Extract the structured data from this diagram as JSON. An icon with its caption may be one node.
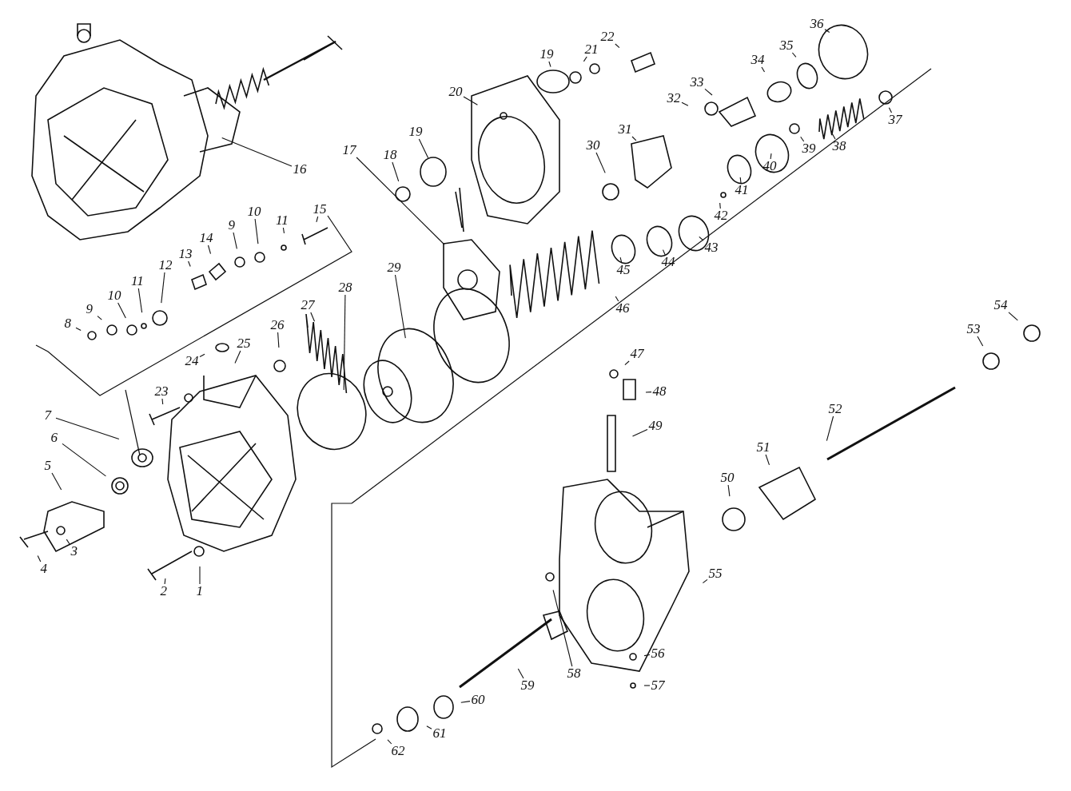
{
  "diagram": {
    "nodes": [
      {
        "text": [
          "16"
        ]
      },
      {
        "text": [
          "15"
        ]
      },
      {
        "text": [
          "11"
        ]
      },
      {
        "text": [
          "10"
        ]
      },
      {
        "text": [
          "9"
        ]
      },
      {
        "text": [
          "14"
        ]
      },
      {
        "text": [
          "13"
        ]
      },
      {
        "text": [
          "12"
        ]
      },
      {
        "text": [
          "11"
        ]
      },
      {
        "text": [
          "10"
        ]
      },
      {
        "text": [
          "9"
        ]
      },
      {
        "text": [
          "8"
        ]
      },
      {
        "text": [
          "7"
        ]
      },
      {
        "text": [
          "6"
        ]
      },
      {
        "text": [
          "5"
        ]
      },
      {
        "text": [
          "3"
        ]
      },
      {
        "text": [
          "4"
        ]
      },
      {
        "text": [
          "2"
        ]
      },
      {
        "text": [
          "1"
        ]
      },
      {
        "text": [
          "23"
        ]
      },
      {
        "text": [
          "24"
        ]
      },
      {
        "text": [
          "25"
        ]
      },
      {
        "text": [
          "26"
        ]
      },
      {
        "text": [
          "27"
        ]
      },
      {
        "text": [
          "28"
        ]
      },
      {
        "text": [
          "29"
        ]
      },
      {
        "text": [
          "17"
        ]
      },
      {
        "text": [
          "18"
        ]
      },
      {
        "text": [
          "19"
        ]
      },
      {
        "text": [
          "20"
        ]
      },
      {
        "text": [
          "19"
        ]
      },
      {
        "text": [
          "21"
        ]
      },
      {
        "text": [
          "22"
        ]
      },
      {
        "text": [
          "30"
        ]
      },
      {
        "text": [
          "31"
        ]
      },
      {
        "text": [
          "32"
        ]
      },
      {
        "text": [
          "33"
        ]
      },
      {
        "text": [
          "34"
        ]
      },
      {
        "text": [
          "35"
        ]
      },
      {
        "text": [
          "36"
        ]
      },
      {
        "text": [
          "37"
        ]
      },
      {
        "text": [
          "38"
        ]
      },
      {
        "text": [
          "39"
        ]
      },
      {
        "text": [
          "40"
        ]
      },
      {
        "text": [
          "41"
        ]
      },
      {
        "text": [
          "42"
        ]
      },
      {
        "text": [
          "43"
        ]
      },
      {
        "text": [
          "44"
        ]
      },
      {
        "text": [
          "45"
        ]
      },
      {
        "text": [
          "46"
        ]
      },
      {
        "text": [
          "47"
        ]
      },
      {
        "text": [
          "48"
        ]
      },
      {
        "text": [
          "49"
        ]
      },
      {
        "text": [
          "50"
        ]
      },
      {
        "text": [
          "51"
        ]
      },
      {
        "text": [
          "52"
        ]
      },
      {
        "text": [
          "53"
        ]
      },
      {
        "text": [
          "54"
        ]
      },
      {
        "text": [
          "55"
        ]
      },
      {
        "text": [
          "56"
        ]
      },
      {
        "text": [
          "57"
        ]
      },
      {
        "text": [
          "58"
        ]
      },
      {
        "text": [
          "59"
        ]
      },
      {
        "text": [
          "60"
        ]
      },
      {
        "text": [
          "61"
        ]
      },
      {
        "text": [
          "62"
        ]
      }
    ],
    "edges": [
      {
        "from": 0,
        "to": null,
        "arrow": "none"
      },
      {
        "from": 1,
        "to": null,
        "arrow": "none"
      },
      {
        "from": 2,
        "to": null,
        "arrow": "none"
      },
      {
        "from": 3,
        "to": null,
        "arrow": "none"
      },
      {
        "from": 4,
        "to": null,
        "arrow": "none"
      },
      {
        "from": 5,
        "to": null,
        "arrow": "none"
      },
      {
        "from": 6,
        "to": null,
        "arrow": "none"
      },
      {
        "from": 7,
        "to": null,
        "arrow": "none"
      },
      {
        "from": 8,
        "to": null,
        "arrow": "none"
      },
      {
        "from": 9,
        "to": null,
        "arrow": "none"
      },
      {
        "from": 10,
        "to": null,
        "arrow": "none"
      },
      {
        "from": 11,
        "to": null,
        "arrow": "none"
      },
      {
        "from": 12,
        "to": null,
        "arrow": "none"
      },
      {
        "from": 13,
        "to": null,
        "arrow": "none"
      },
      {
        "from": 14,
        "to": null,
        "arrow": "none"
      },
      {
        "from": 15,
        "to": null,
        "arrow": "none"
      },
      {
        "from": 16,
        "to": null,
        "arrow": "none"
      },
      {
        "from": 17,
        "to": null,
        "arrow": "none"
      },
      {
        "from": 18,
        "to": null,
        "arrow": "none"
      },
      {
        "from": 19,
        "to": null,
        "arrow": "none"
      },
      {
        "from": 20,
        "to": null,
        "arrow": "none"
      },
      {
        "from": 21,
        "to": null,
        "arrow": "none"
      },
      {
        "from": 22,
        "to": null,
        "arrow": "none"
      },
      {
        "from": 23,
        "to": null,
        "arrow": "none"
      },
      {
        "from": 24,
        "to": null,
        "arrow": "none"
      },
      {
        "from": 25,
        "to": null,
        "arrow": "none"
      },
      {
        "from": 26,
        "to": null,
        "arrow": "none"
      },
      {
        "from": 27,
        "to": null,
        "arrow": "none"
      },
      {
        "from": 28,
        "to": null,
        "arrow": "none"
      },
      {
        "from": 29,
        "to": null,
        "arrow": "none"
      },
      {
        "from": 30,
        "to": null,
        "arrow": "none"
      },
      {
        "from": 31,
        "to": null,
        "arrow": "none"
      },
      {
        "from": 32,
        "to": null,
        "arrow": "none"
      },
      {
        "from": 33,
        "to": null,
        "arrow": "none"
      },
      {
        "from": 34,
        "to": null,
        "arrow": "none"
      },
      {
        "from": 35,
        "to": null,
        "arrow": "none"
      },
      {
        "from": 36,
        "to": null,
        "arrow": "none"
      },
      {
        "from": 37,
        "to": null,
        "arrow": "none"
      },
      {
        "from": 38,
        "to": null,
        "arrow": "none"
      },
      {
        "from": 39,
        "to": null,
        "arrow": "none"
      },
      {
        "from": 40,
        "to": null,
        "arrow": "none"
      },
      {
        "from": 41,
        "to": null,
        "arrow": "none"
      },
      {
        "from": 42,
        "to": null,
        "arrow": "none"
      },
      {
        "from": 43,
        "to": null,
        "arrow": "none"
      },
      {
        "from": 44,
        "to": null,
        "arrow": "none"
      },
      {
        "from": 45,
        "to": null,
        "arrow": "none"
      },
      {
        "from": 46,
        "to": null,
        "arrow": "none"
      },
      {
        "from": 47,
        "to": null,
        "arrow": "none"
      },
      {
        "from": 48,
        "to": null,
        "arrow": "none"
      },
      {
        "from": 49,
        "to": null,
        "arrow": "none"
      },
      {
        "from": 50,
        "to": null,
        "arrow": "none"
      },
      {
        "from": 51,
        "to": null,
        "arrow": "none"
      },
      {
        "from": 52,
        "to": null,
        "arrow": "none"
      },
      {
        "from": 53,
        "to": null,
        "arrow": "none"
      },
      {
        "from": 54,
        "to": null,
        "arrow": "none"
      },
      {
        "from": 55,
        "to": null,
        "arrow": "none"
      },
      {
        "from": 56,
        "to": null,
        "arrow": "none"
      },
      {
        "from": 57,
        "to": null,
        "arrow": "none"
      },
      {
        "from": 58,
        "to": null,
        "arrow": "none"
      },
      {
        "from": 59,
        "to": null,
        "arrow": "none"
      },
      {
        "from": 60,
        "to": null,
        "arrow": "none"
      },
      {
        "from": 61,
        "to": null,
        "arrow": "none"
      },
      {
        "from": 62,
        "to": null,
        "arrow": "none"
      },
      {
        "from": 63,
        "to": null,
        "arrow": "none"
      },
      {
        "from": 64,
        "to": null,
        "arrow": "none"
      },
      {
        "from": 65,
        "to": null,
        "arrow": "none"
      }
    ]
  }
}
